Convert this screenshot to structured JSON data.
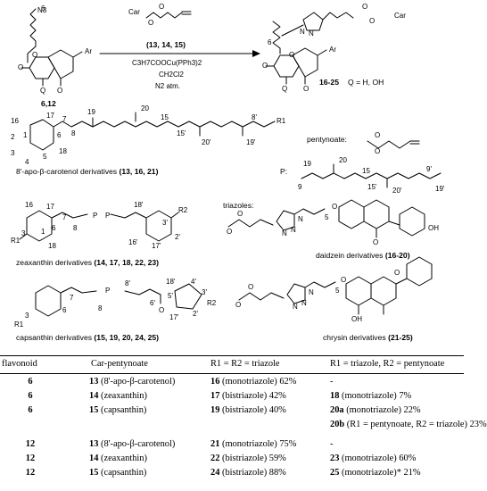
{
  "reaction": {
    "azide_group": "N3",
    "azide_chain_n": "6",
    "reactant_ring_labels": {
      "ring_O": "O",
      "Q": "Q",
      "carbonyl_O": "O",
      "Ar": "Ar",
      "ether_O": "O"
    },
    "reactant_compound": "6,12",
    "reagent_labels": {
      "car": "Car",
      "O_ester": "O",
      "O_carbonyl": "O"
    },
    "reagent_compounds": "(13, 14, 15)",
    "catalyst": "C3H7COOCu(PPh3)2",
    "solvent": "CH2Cl2",
    "atmosphere": "N2 atm.",
    "product_labels": {
      "N": "N",
      "N2": "N",
      "O_carbonyl": "O",
      "O_ester": "O",
      "car": "Car",
      "chain_n": "6",
      "ring_O": "O",
      "ether_O": "O",
      "Ar": "Ar",
      "Q": "Q",
      "carbonyl_O": "O"
    },
    "product_compound": "16-25",
    "product_note": "Q = H, OH"
  },
  "apocarotenol": {
    "numbers": [
      "16",
      "17",
      "1",
      "2",
      "3",
      "4",
      "5",
      "6",
      "7",
      "8",
      "18",
      "19",
      "20",
      "15",
      "15'",
      "20'",
      "8'",
      "19'"
    ],
    "r_label": "R1",
    "caption": "8'-apo-β-carotenol derivatives",
    "compounds": "(13, 16, 21)"
  },
  "pentynoate": {
    "label": "pentynoate:",
    "O1": "O",
    "O2": "O"
  },
  "polyene": {
    "label": "P:",
    "numbers": [
      "9",
      "19",
      "20",
      "15",
      "15'",
      "20'",
      "9'",
      "19'"
    ]
  },
  "zeaxanthin": {
    "numbers": [
      "16",
      "17",
      "18'",
      "3'",
      "6",
      "7",
      "8",
      "2'",
      "1",
      "3",
      "16'",
      "17'",
      "18"
    ],
    "P1": "P",
    "P2": "P",
    "R1": "R1",
    "R2": "R2",
    "caption": "zeaxanthin derivatives",
    "compounds": "(14, 17, 18, 22, 23)"
  },
  "triazoles": {
    "label": "triazoles:"
  },
  "daidzein": {
    "labels": {
      "O1": "O",
      "O2": "O",
      "N1": "N",
      "N2": "N",
      "N3": "N",
      "n": "5",
      "O3": "O",
      "O4": "O",
      "OH": "OH"
    },
    "caption": "daidzein derivatives",
    "compounds": "(16-20)"
  },
  "capsanthin": {
    "numbers": [
      "7",
      "8'",
      "18'",
      "4'",
      "3'",
      "6",
      "5'",
      "8",
      "6'",
      "2'",
      "3",
      "17'"
    ],
    "P": "P",
    "O": "O",
    "R1": "R1",
    "R2": "R2",
    "caption": "capsanthin derivatives",
    "compounds": "(15, 19, 20, 24, 25)"
  },
  "chrysin": {
    "labels": {
      "O1": "O",
      "O2": "O",
      "N1": "N",
      "N2": "N",
      "N3": "N",
      "n": "5",
      "O3": "O",
      "O4": "O",
      "OH": "OH"
    },
    "caption": "chrysin derivatives",
    "compounds": "(21-25)"
  },
  "table": {
    "headers": [
      "flavonoid",
      "Car-pentynoate",
      "R1 = R2 = triazole",
      "R1 = triazole, R2 = pentynoate"
    ],
    "rows": [
      {
        "flav": "6",
        "num": "13",
        "car": "(8'-apo-β-carotenol)",
        "c3num": "16",
        "c3": "(monotriazole) 62%",
        "c4num": "",
        "c4": "-"
      },
      {
        "flav": "6",
        "num": "14",
        "car": "(zeaxanthin)",
        "c3num": "17",
        "c3": "(bistriazole) 42%",
        "c4num": "18",
        "c4": "(monotriazole) 7%"
      },
      {
        "flav": "6",
        "num": "15",
        "car": "(capsanthin)",
        "c3num": "19",
        "c3": "(bistriazole) 40%",
        "c4num": "20a",
        "c4": "(monotriazole) 22%"
      },
      {
        "flav": "",
        "num": "",
        "car": "",
        "c3num": "",
        "c3": "",
        "c4num": "20b",
        "c4": "(R1 = pentynoate, R2 = triazole) 23%"
      },
      {
        "flav": "12",
        "num": "13",
        "car": "(8'-apo-β-carotenol)",
        "c3num": "21",
        "c3": "(monotriazole) 75%",
        "c4num": "",
        "c4": "-"
      },
      {
        "flav": "12",
        "num": "14",
        "car": "(zeaxanthin)",
        "c3num": "22",
        "c3": "(bistriazole) 59%",
        "c4num": "23",
        "c4": "(monotriazole) 60%"
      },
      {
        "flav": "12",
        "num": "15",
        "car": "(capsanthin)",
        "c3num": "24",
        "c3": "(bistriazole) 88%",
        "c4num": "25",
        "c4": "(monotriazole)* 21%"
      }
    ]
  }
}
